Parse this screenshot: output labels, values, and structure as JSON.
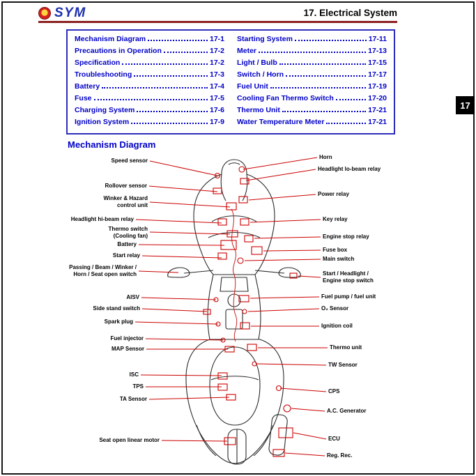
{
  "page": {
    "header": {
      "logo_text": "SYM",
      "title": "17. Electrical System"
    },
    "side_tab": "17",
    "section_title": "Mechanism Diagram"
  },
  "colors": {
    "link_blue": "#0000c8",
    "rule_red": "#8b1f1f",
    "callout_red": "#cc0000",
    "tab_black": "#000000"
  },
  "toc": {
    "left": [
      {
        "label": "Mechanism Diagram",
        "page": "17-1"
      },
      {
        "label": "Precautions in Operation",
        "page": "17-2"
      },
      {
        "label": "Specification",
        "page": "17-2"
      },
      {
        "label": "Troubleshooting",
        "page": "17-3"
      },
      {
        "label": "Battery",
        "page": "17-4"
      },
      {
        "label": "Fuse",
        "page": "17-5"
      },
      {
        "label": "Charging System",
        "page": "17-6"
      },
      {
        "label": "Ignition System",
        "page": "17-9"
      }
    ],
    "right": [
      {
        "label": "Starting System",
        "page": "17-11"
      },
      {
        "label": "Meter",
        "page": "17-13"
      },
      {
        "label": "Light / Bulb",
        "page": "17-15"
      },
      {
        "label": "Switch / Horn",
        "page": "17-17"
      },
      {
        "label": "Fuel Unit",
        "page": "17-19"
      },
      {
        "label": "Cooling Fan Thermo Switch",
        "page": "17-20"
      },
      {
        "label": "Thermo Unit",
        "page": "17-21"
      },
      {
        "label": "Water Temperature Meter",
        "page": "17-21"
      }
    ]
  },
  "diagram": {
    "left_labels": [
      "Speed sensor",
      "Rollover sensor",
      "Winker & Hazard\ncontrol unit",
      "Headlight hi-beam relay",
      "Thermo switch\n(Cooling fan)",
      "Battery",
      "Start relay",
      "Passing / Beam / Winker /\nHorn / Seat open switch",
      "AISV",
      "Side stand switch",
      "Spark plug",
      "Fuel injector",
      "MAP Sensor",
      "ISC",
      "TPS",
      "TA Sensor",
      "Seat open linear motor"
    ],
    "right_labels": [
      "Horn",
      "Headlight lo-beam relay",
      "Power relay",
      "Key relay",
      "Engine stop relay",
      "Fuse box",
      "Main switch",
      "Start / Headlight /\nEngine stop switch",
      "Fuel pump / fuel unit",
      "O₂ Sensor",
      "Ignition coil",
      "Thermo unit",
      "TW Sensor",
      "CPS",
      "A.C. Generator",
      "ECU",
      "Reg. Rec."
    ]
  }
}
